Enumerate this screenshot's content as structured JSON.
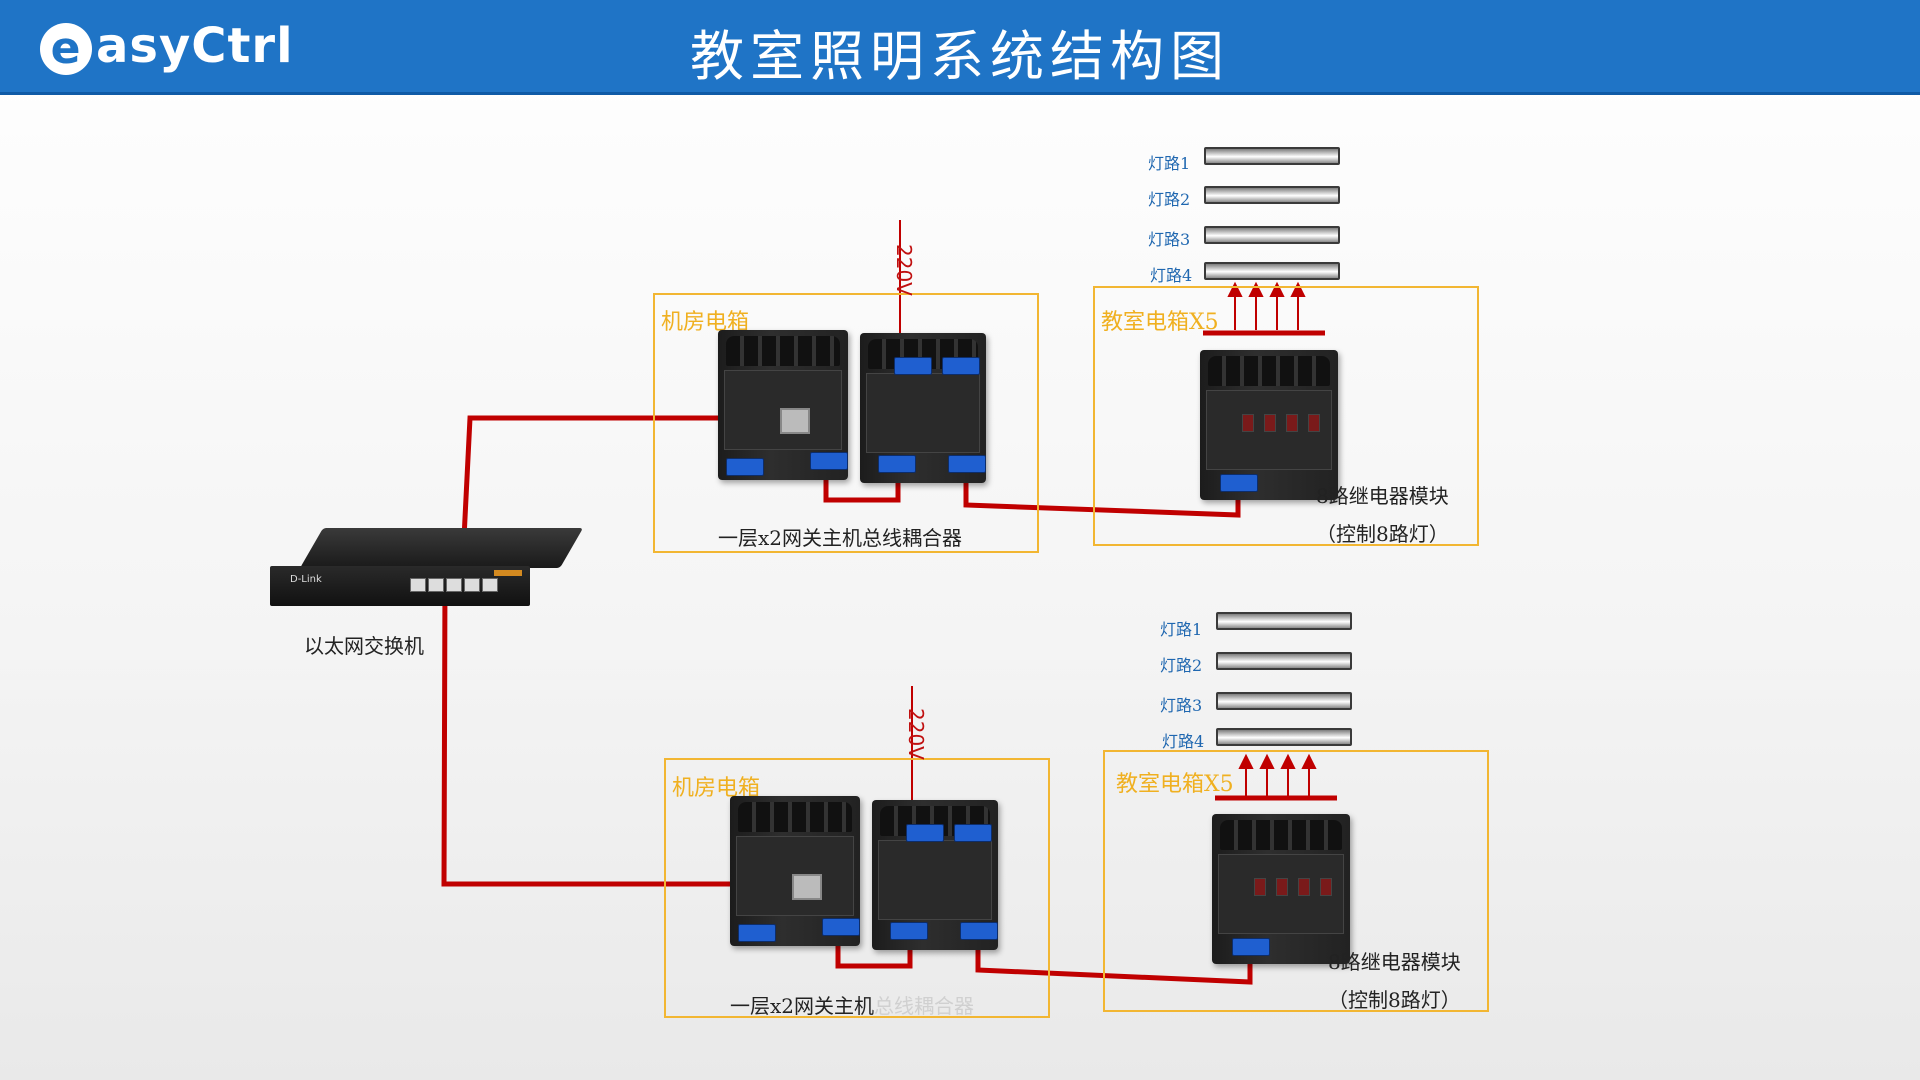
{
  "header": {
    "logo_text": "asyCtrl",
    "logo_initial": "e",
    "title": "教室照明系统结构图",
    "bg_color": "#1f74c6"
  },
  "switch": {
    "label": "以太网交换机",
    "brand": "D-Link"
  },
  "groups": [
    {
      "machine_room_box": {
        "label": "机房电箱",
        "caption": "一层x2网关主机总线耦合器",
        "caption_faded": ""
      },
      "voltage": "220V",
      "classroom_box": {
        "label": "教室电箱",
        "label_suffix": "X5",
        "module_caption_1": "8路继电器模块",
        "module_caption_2": "（控制8路灯）"
      },
      "lamps": [
        "灯路1",
        "灯路2",
        "灯路3",
        "灯路4"
      ]
    },
    {
      "machine_room_box": {
        "label": "机房电箱",
        "caption": "一层x2网关主机",
        "caption_faded": "总线耦合器"
      },
      "voltage": "220V",
      "classroom_box": {
        "label": "教室电箱",
        "label_suffix": "X5",
        "module_caption_1": "8路继电器模块",
        "module_caption_2": "（控制8路灯）"
      },
      "lamps": [
        "灯路1",
        "灯路2",
        "灯路3",
        "灯路4"
      ]
    }
  ],
  "colors": {
    "wire": "#c00000",
    "box_border": "#f2b632",
    "box_label": "#f0b020",
    "lamp_label": "#1f67b0"
  }
}
